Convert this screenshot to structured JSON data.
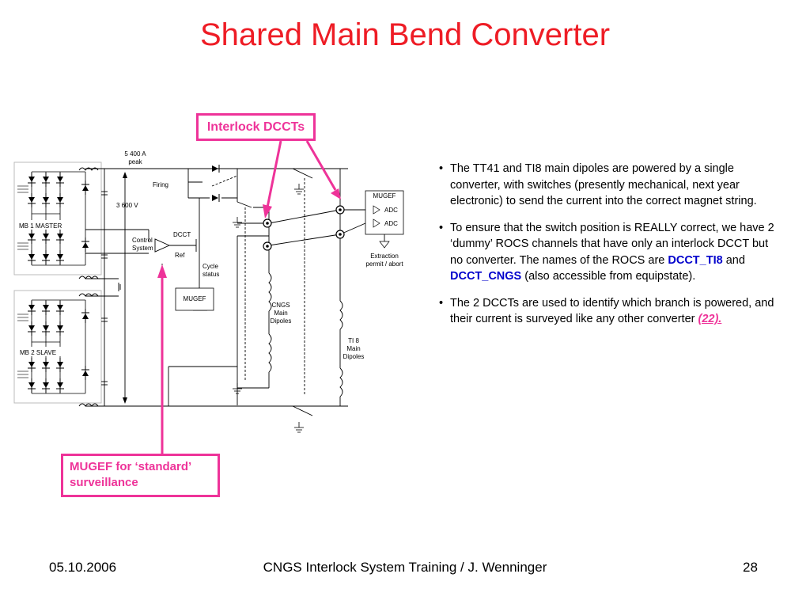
{
  "slide": {
    "title": "Shared Main Bend Converter"
  },
  "diagram": {
    "labels": {
      "current_value": "5 400 A",
      "current_unit": "peak",
      "firing": "Firing",
      "voltage": "3 600 V",
      "dcct": "DCCT",
      "control_line1": "Control",
      "control_line2": "System",
      "ref": "Ref",
      "cycle_line1": "Cycle",
      "cycle_line2": "status",
      "mugef_inner": "MUGEF",
      "mb1": "MB 1 MASTER",
      "mb2": "MB 2 SLAVE",
      "cngs_line1": "CNGS",
      "cngs_line2": "Main",
      "cngs_line3": "Dipoles",
      "ti8_line1": "TI 8",
      "ti8_line2": "Main",
      "ti8_line3": "Dipoles",
      "mugef_box": "MUGEF",
      "adc1": "ADC",
      "adc2": "ADC",
      "extraction_line1": "Extraction",
      "extraction_line2": "permit / abort"
    },
    "callouts": {
      "dccts": "Interlock DCCTs",
      "mugef_line1": "MUGEF for ‘standard’",
      "mugef_line2": "surveillance"
    },
    "colors": {
      "title": "#ee1c25",
      "callout": "#ee3399",
      "keyword": "#0000cc"
    }
  },
  "bullets": {
    "b1": "The TT41 and TI8 main dipoles are powered by a single converter, with switches (presently mechanical, next year electronic) to send the current into the correct magnet string.",
    "b2_part1": "To ensure that the switch position is REALLY correct, we have 2 ‘dummy’ ROCS channels that have only an interlock DCCT but no converter. The names of the ROCS are ",
    "b2_kw1": "DCCT_TI8",
    "b2_and": " and ",
    "b2_kw2": "DCCT_CNGS",
    "b2_part2": " (also accessible from equipstate).",
    "b3_part1": "The 2 DCCTs are used to identify which branch is powered, and their current is surveyed like any other converter ",
    "b3_ref": "(22)."
  },
  "footer": {
    "date": "05.10.2006",
    "center": "CNGS Interlock System Training / J. Wenninger",
    "page": "28"
  }
}
